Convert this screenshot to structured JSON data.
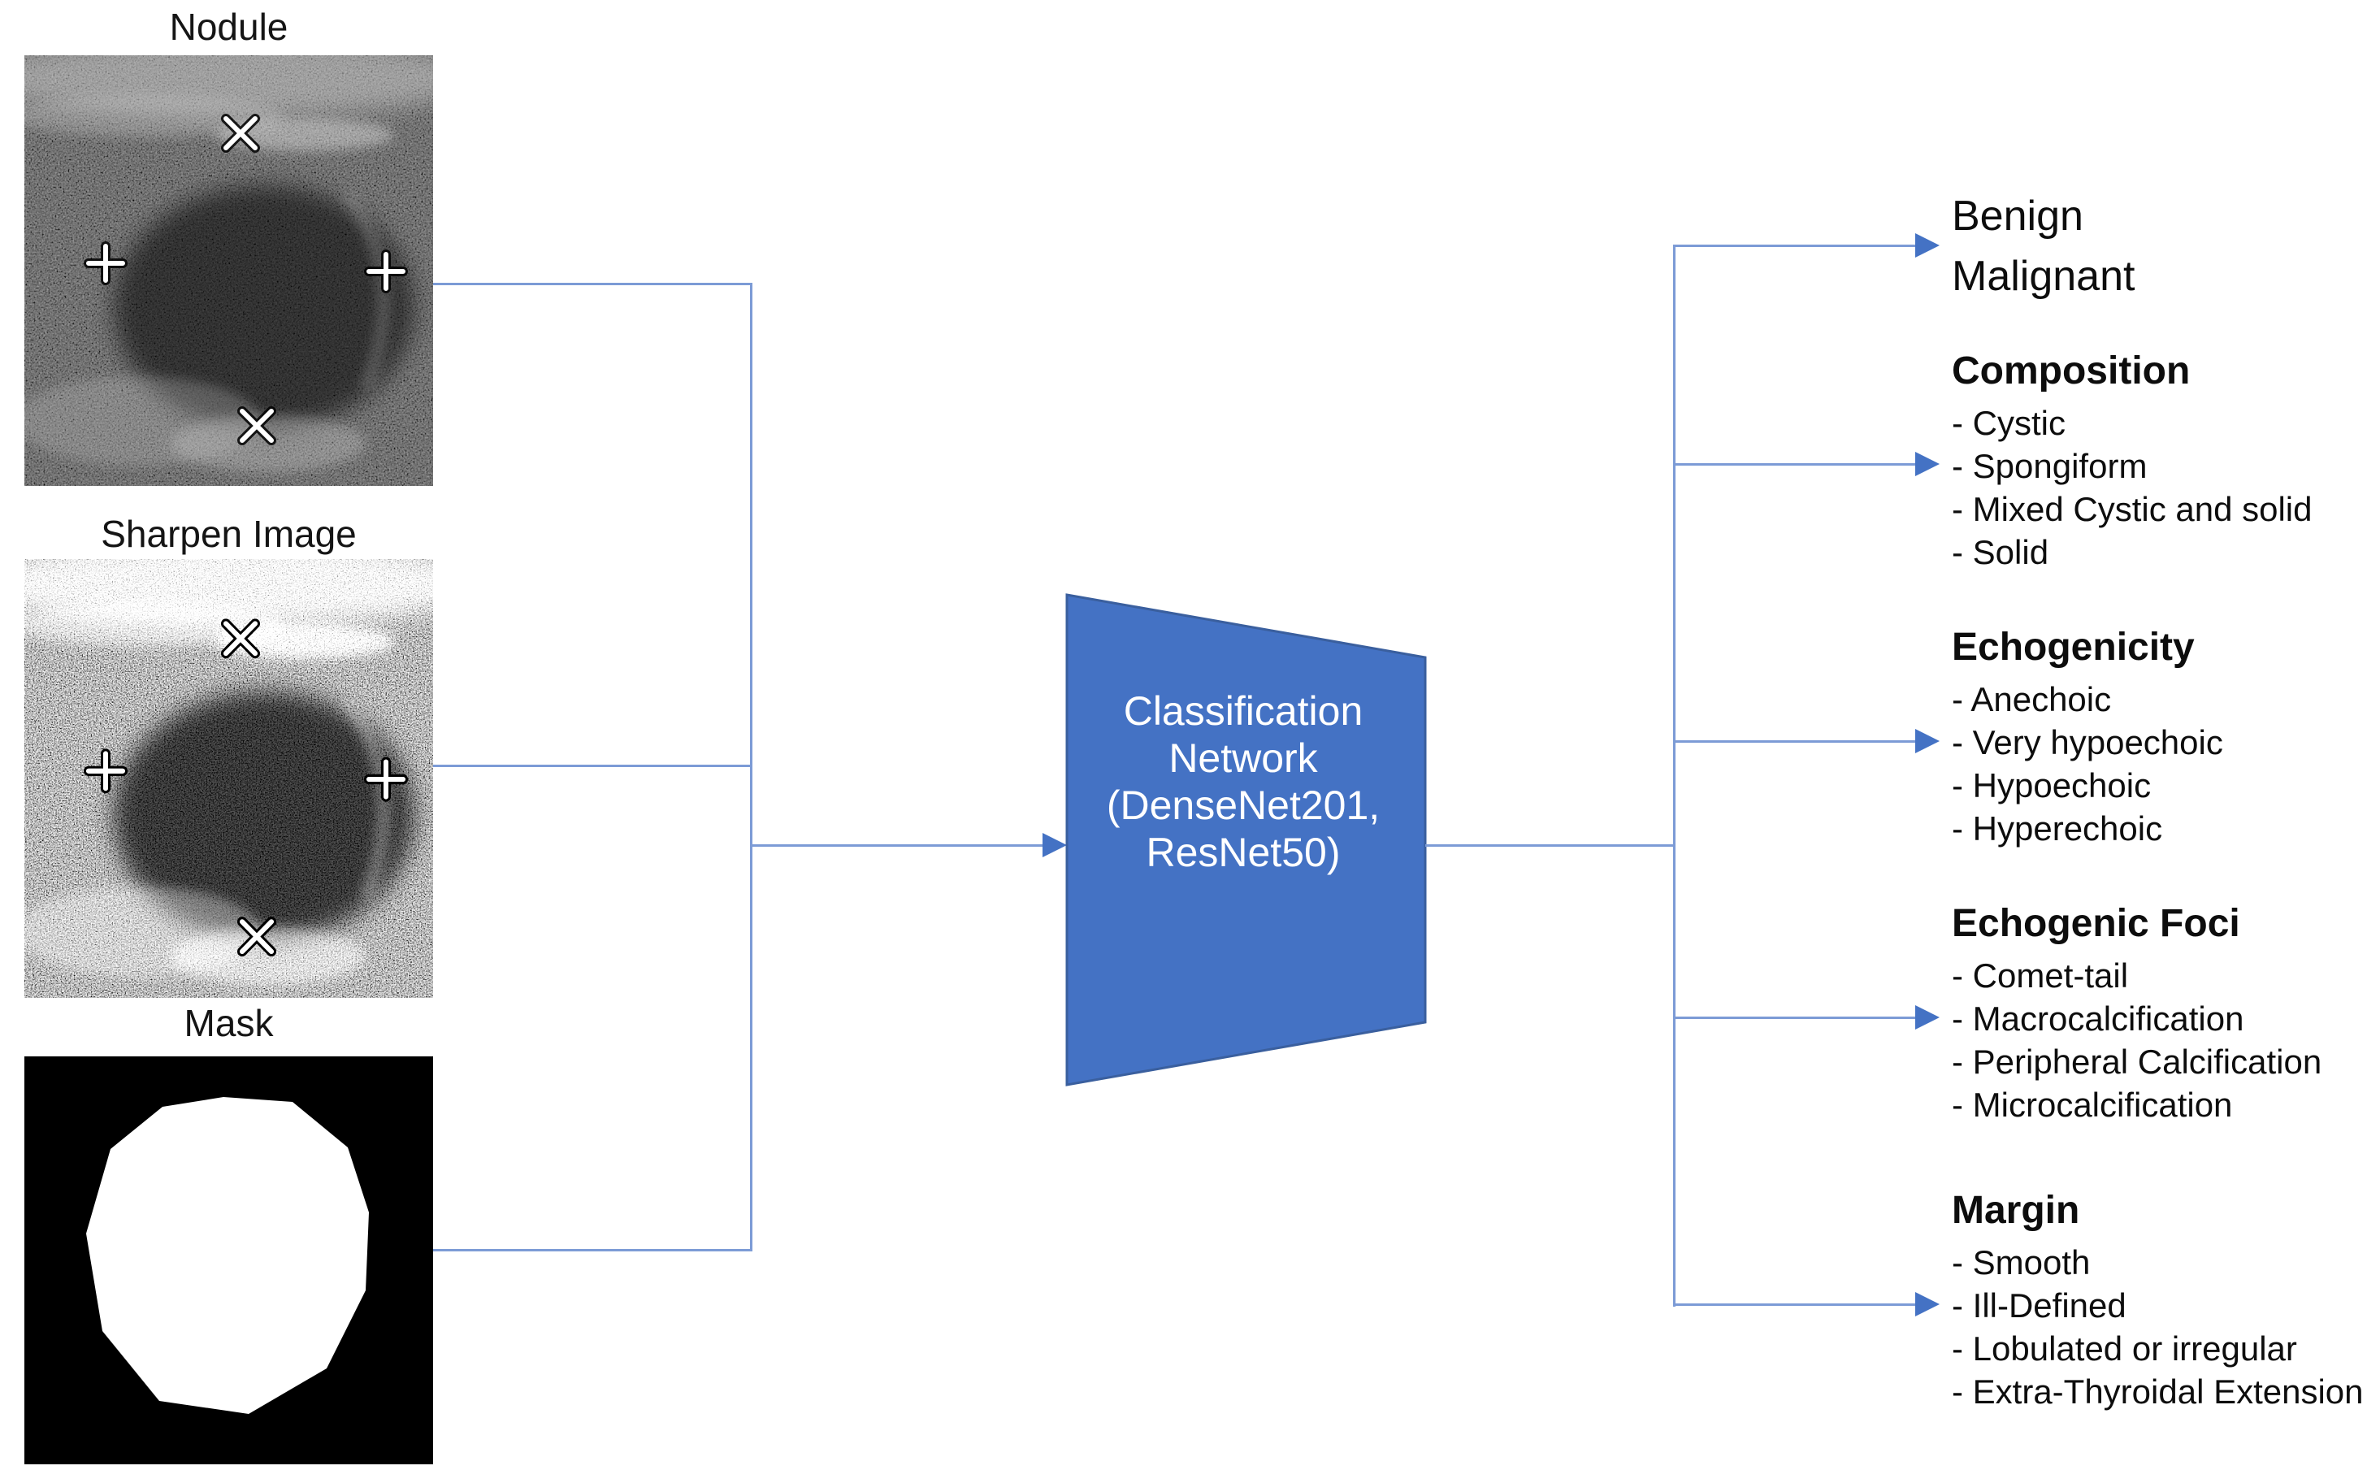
{
  "figure": {
    "type": "pipeline-diagram",
    "description": "Thyroid nodule ultrasound classification pipeline"
  },
  "left_panel": {
    "images": [
      {
        "label": "Nodule"
      },
      {
        "label": "Sharpen Image"
      },
      {
        "label": "Mask"
      }
    ]
  },
  "network": {
    "line1": "Classification",
    "line2": "Network",
    "line3": "(DenseNet201,",
    "line4": "ResNet50)"
  },
  "outputs": {
    "binary": {
      "items": [
        "Benign",
        "Malignant"
      ]
    },
    "groups": [
      {
        "heading": "Composition",
        "items": [
          "- Cystic",
          "- Spongiform",
          "- Mixed Cystic and solid",
          "- Solid"
        ]
      },
      {
        "heading": "Echogenicity",
        "items": [
          "- Anechoic",
          "- Very hypoechoic",
          "- Hypoechoic",
          "- Hyperechoic"
        ]
      },
      {
        "heading": "Echogenic Foci",
        "items": [
          "- Comet-tail",
          "- Macrocalcification",
          "- Peripheral Calcification",
          "- Microcalcification"
        ]
      },
      {
        "heading": "Margin",
        "items": [
          "- Smooth",
          "- Ill-Defined",
          "- Lobulated or irregular",
          "- Extra-Thyroidal Extension"
        ]
      }
    ]
  },
  "colors": {
    "shape_fill": "#4472C4",
    "shape_border": "#3A5F9E",
    "connector_line": "#7C9BD6",
    "arrowhead": "#4472C4",
    "text": "#0d0d0d",
    "mask_bg": "#000000",
    "mask_blob": "#ffffff"
  }
}
